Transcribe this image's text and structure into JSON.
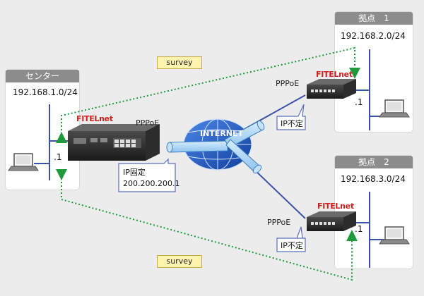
{
  "colors": {
    "background": "#ececec",
    "site_header": "#8c8c8c",
    "line_blue": "#3a52a8",
    "dotted_green": "#1e9a3a",
    "brand_red": "#d12020",
    "survey_fill": "#fff3b0",
    "globe": "#1f57c0"
  },
  "center": {
    "title": "センター",
    "subnet": "192.168.1.0/24",
    "dot": ".1",
    "brand": "FITELnet",
    "pppoe": "PPPoE",
    "callout_line1": "IP固定",
    "callout_line2": "200.200.200.1"
  },
  "branch1": {
    "title": "拠点　1",
    "subnet": "192.168.2.0/24",
    "dot": ".1",
    "brand": "FITELnet",
    "pppoe": "PPPoE",
    "callout": "IP不定"
  },
  "branch2": {
    "title": "拠点　2",
    "subnet": "192.168.3.0/24",
    "dot": ".1",
    "brand": "FITELnet",
    "pppoe": "PPPoE",
    "callout": "IP不定"
  },
  "internet_label": "INTERNET",
  "survey_top": "survey",
  "survey_bottom": "survey",
  "icons": [
    "laptop-icon",
    "router-icon",
    "globe-icon",
    "speech-callout"
  ]
}
